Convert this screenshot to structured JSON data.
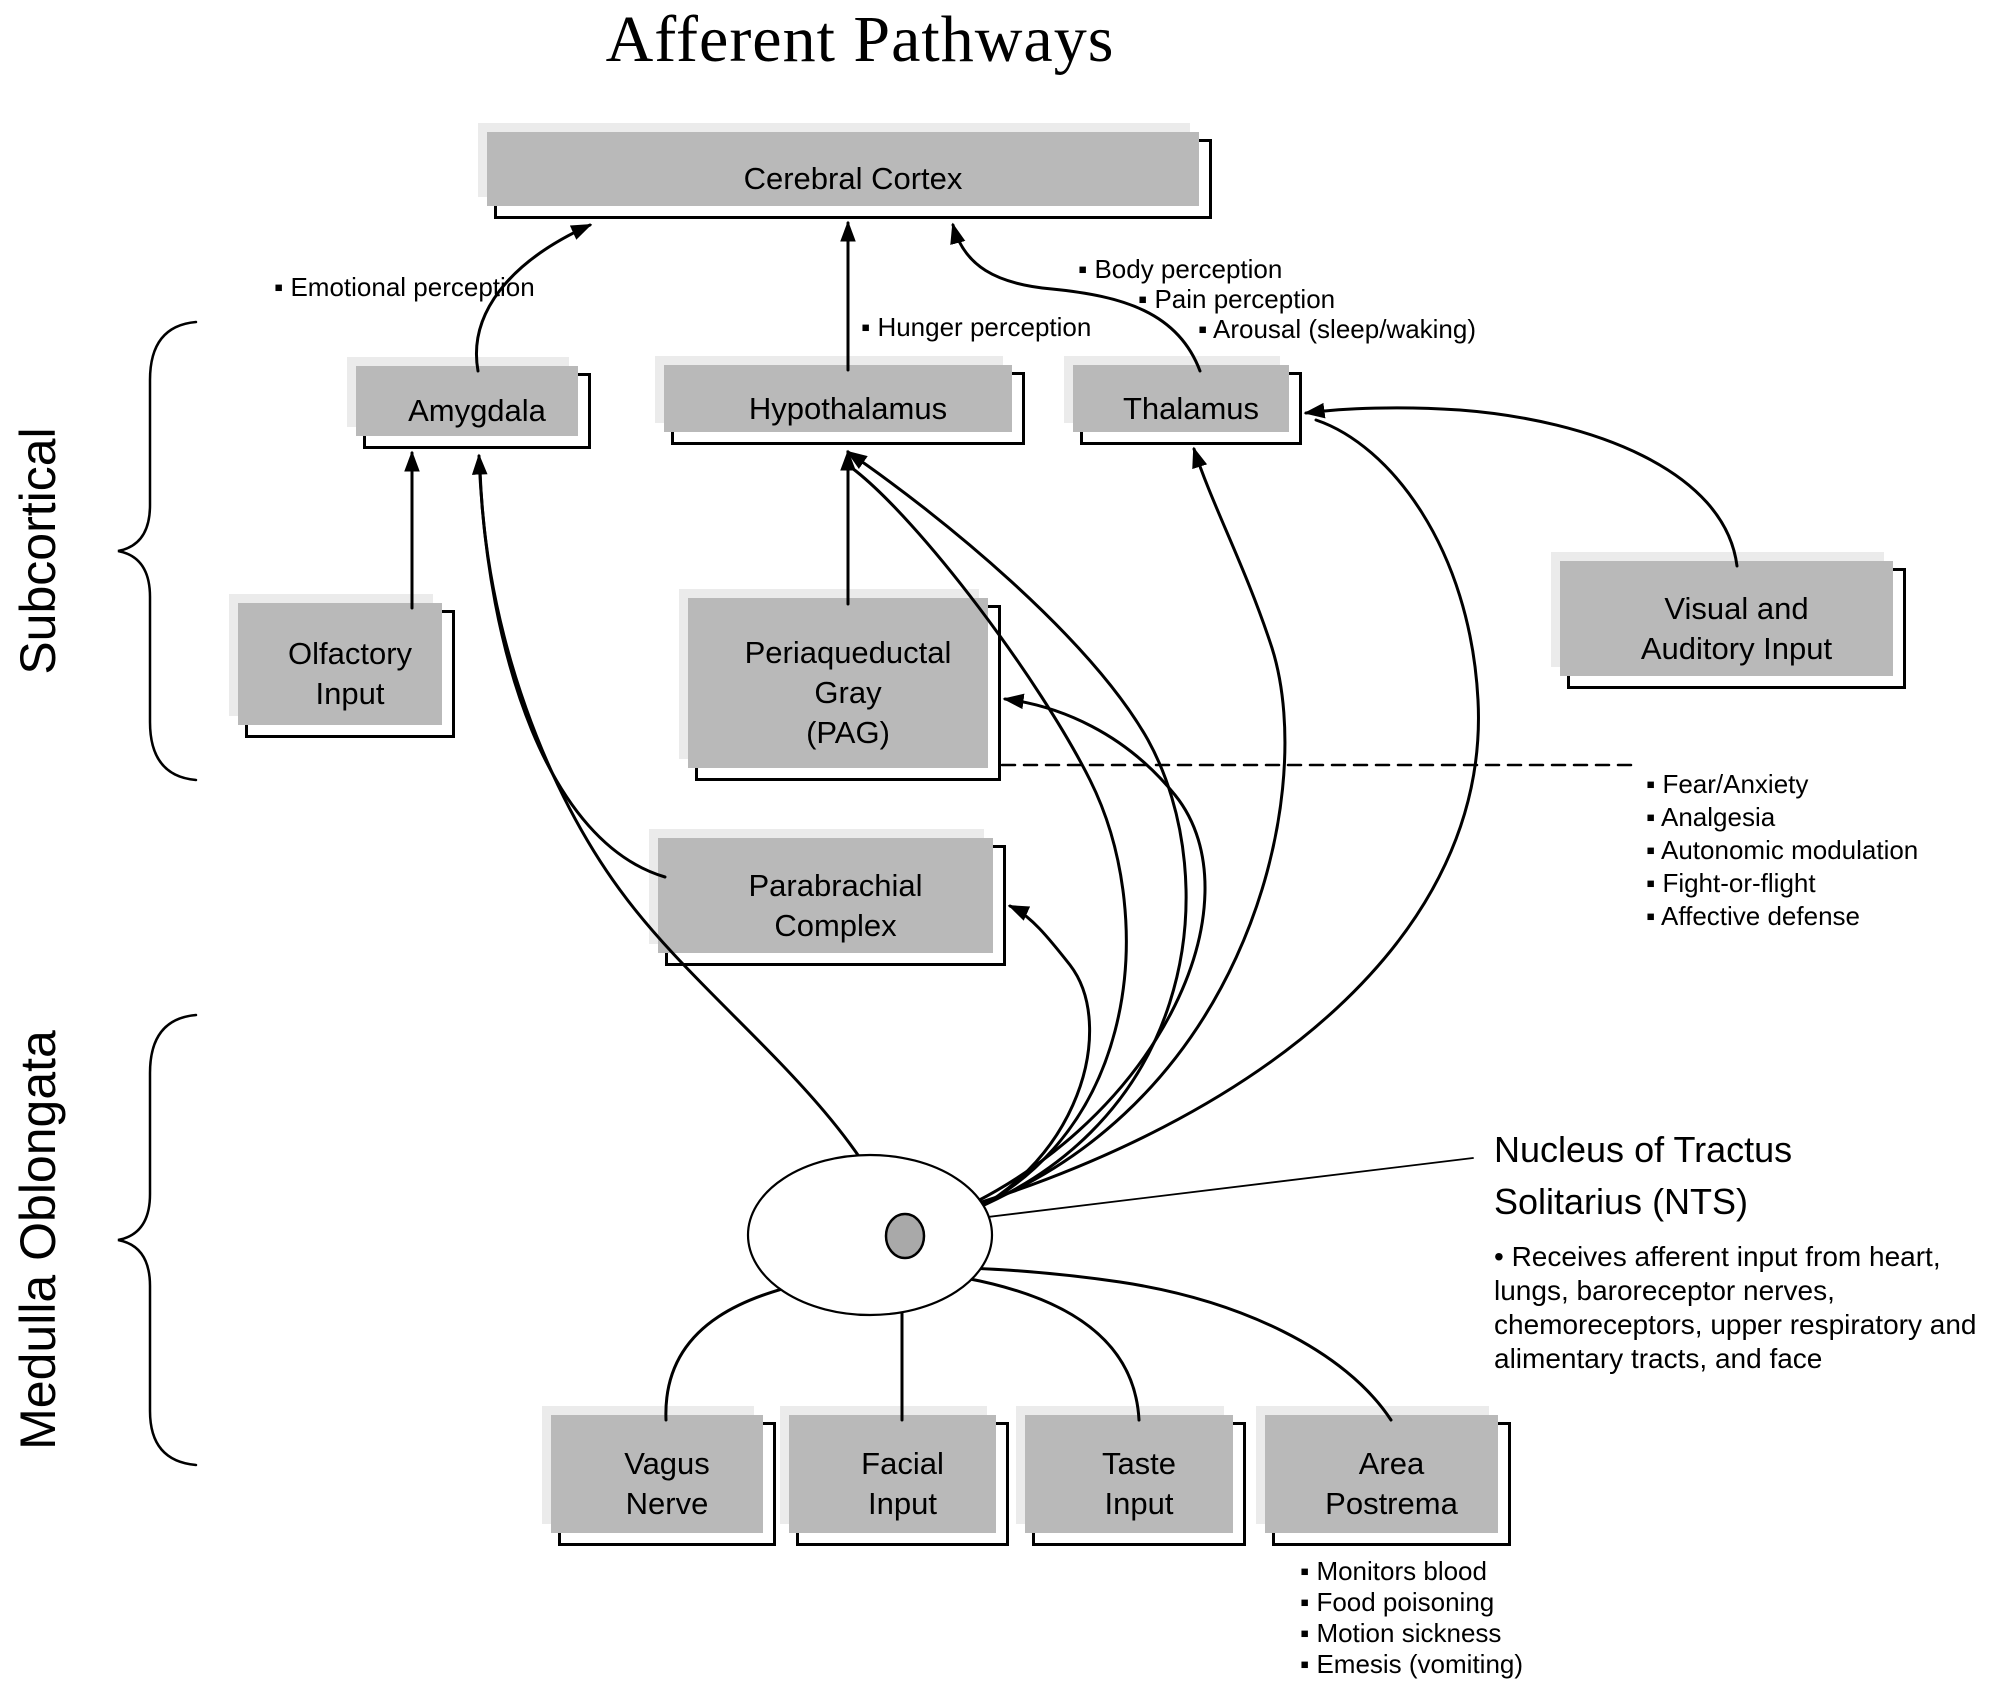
{
  "title": "Afferent Pathways",
  "bullet_char": "▪",
  "side_labels": {
    "subcortical": "Subcortical",
    "medulla": "Medulla Oblongata"
  },
  "boxes": {
    "cerebral_cortex": "Cerebral Cortex",
    "amygdala": "Amygdala",
    "hypothalamus": "Hypothalamus",
    "thalamus": "Thalamus",
    "olfactory_input": "Olfactory\nInput",
    "periaqueductal_gray": "Periaqueductal\nGray\n(PAG)",
    "parabrachial_complex": "Parabrachial\nComplex",
    "visual_auditory_input": "Visual and\nAuditory Input",
    "vagus_nerve": "Vagus\nNerve",
    "facial_input": "Facial\nInput",
    "taste_input": "Taste\nInput",
    "area_postrema": "Area\nPostrema"
  },
  "annotations": {
    "emotional": "Emotional perception",
    "hunger": "Hunger perception",
    "thalamus_functions": [
      "Body perception",
      "Pain perception",
      "Arousal (sleep/waking)"
    ],
    "pag_functions": [
      "Fear/Anxiety",
      "Analgesia",
      "Autonomic modulation",
      "Fight-or-flight",
      "Affective defense"
    ],
    "area_postrema_functions": [
      "Monitors blood",
      "Food poisoning",
      "Motion sickness",
      "Emesis (vomiting)"
    ],
    "nts_title": "Nucleus of Tractus\nSolitarius (NTS)",
    "nts_desc": "• Receives afferent input from heart, lungs, baroreceptor nerves, chemoreceptors, upper respiratory and alimentary tracts, and face"
  },
  "colors": {
    "nts_node_fill": "#a9a9a9",
    "shadow_light": "#ebebeb",
    "shadow_dark": "#b9b9b9",
    "line": "#000000"
  }
}
